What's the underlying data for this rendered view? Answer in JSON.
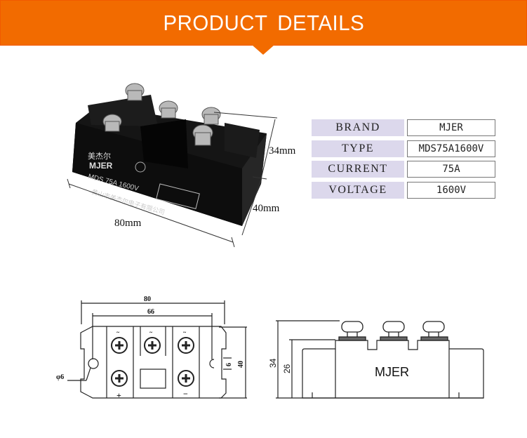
{
  "header": {
    "title": "PRODUCT DETAILS",
    "color": "#f26b00"
  },
  "photo": {
    "logo_cn": "美杰尔",
    "brand": "MJER",
    "model_print": "MDS 75A 1600V",
    "company_cn": "黄山市美杰尔电子有限公司",
    "dim_height": "34mm",
    "dim_depth": "40mm",
    "dim_length": "80mm"
  },
  "specs": [
    {
      "label": "BRAND",
      "value": "MJER"
    },
    {
      "label": "TYPE",
      "value": "MDS75A1600V"
    },
    {
      "label": "CURRENT",
      "value": "75A"
    },
    {
      "label": "VOLTAGE",
      "value": "1600V"
    }
  ],
  "top_drawing": {
    "overall": "80",
    "hole_span": "66",
    "height": "40",
    "slot": "6",
    "hole": "φ6",
    "plus": "+",
    "minus": "−",
    "ac1": "~",
    "ac2": "~",
    "ac3": "~"
  },
  "side_drawing": {
    "total_height": "34",
    "body_height": "26",
    "brand": "MJER"
  }
}
